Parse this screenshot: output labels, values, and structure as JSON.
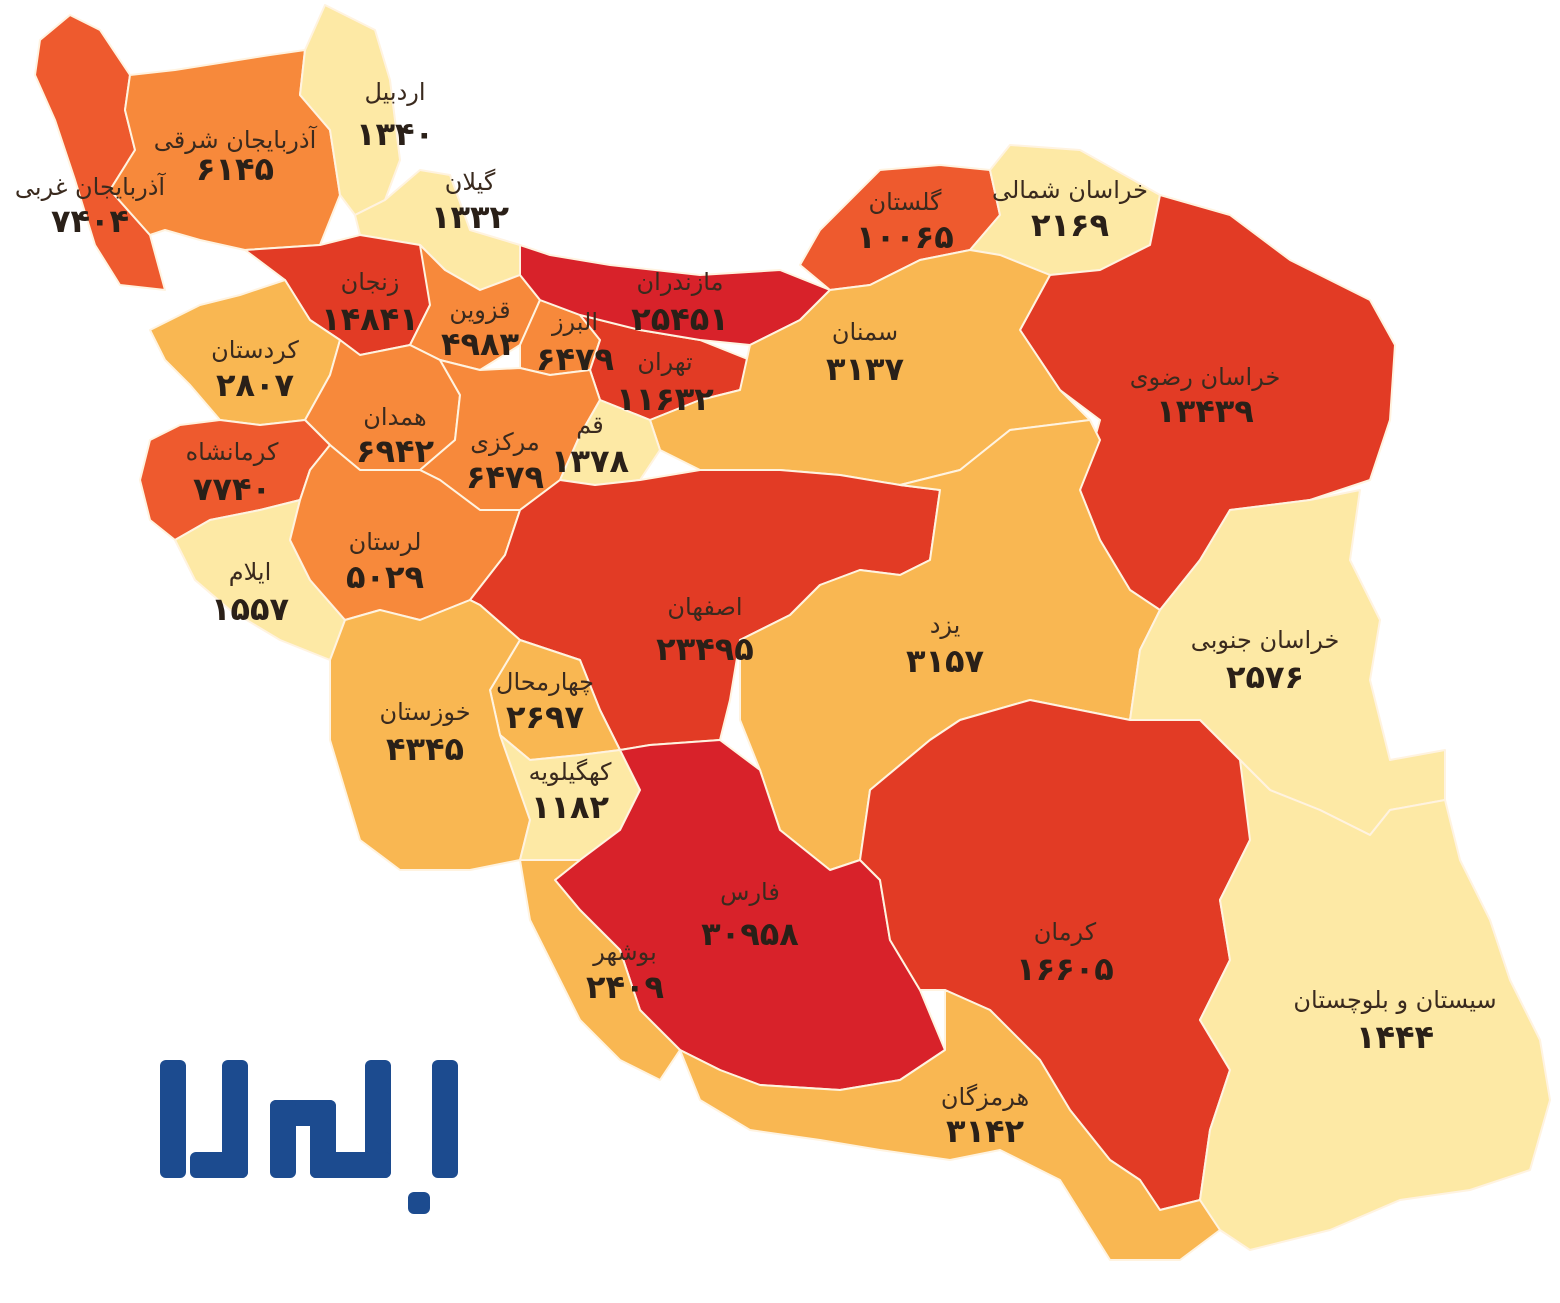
{
  "colors": {
    "level_1": "#fde9a5",
    "level_2": "#f9b752",
    "level_3": "#f7893b",
    "level_4": "#ee5a2e",
    "level_5": "#e23b25",
    "level_6": "#d8222a",
    "logo": "#1c4b8f",
    "border": "#fff3e0"
  },
  "logo": {
    "text": "بامداد",
    "color": "#1c4b8f"
  },
  "provinces": [
    {
      "id": "west-azarbaijan",
      "name": "آذربایجان غربی",
      "value": "۷۴۰۴",
      "level": 4
    },
    {
      "id": "east-azarbaijan",
      "name": "آذربایجان شرقی",
      "value": "۶۱۴۵",
      "level": 3
    },
    {
      "id": "ardabil",
      "name": "اردبیل",
      "value": "۱۳۴۰",
      "level": 1
    },
    {
      "id": "gilan",
      "name": "گیلان",
      "value": "۱۳۳۲",
      "level": 1
    },
    {
      "id": "zanjan",
      "name": "زنجان",
      "value": "۱۴۸۴۱",
      "level": 5
    },
    {
      "id": "qazvin",
      "name": "قزوین",
      "value": "۴۹۸۳",
      "level": 3
    },
    {
      "id": "alborz",
      "name": "البرز",
      "value": "۶۴۷۹",
      "level": 3
    },
    {
      "id": "tehran",
      "name": "تهران",
      "value": "۱۱۶۳۲",
      "level": 5
    },
    {
      "id": "mazandaran",
      "name": "مازندران",
      "value": "۲۵۴۵۱",
      "level": 6
    },
    {
      "id": "golestan",
      "name": "گلستان",
      "value": "۱۰۰۶۵",
      "level": 4
    },
    {
      "id": "north-khorasan",
      "name": "خراسان شمالی",
      "value": "۲۱۶۹",
      "level": 1
    },
    {
      "id": "razavi-khorasan",
      "name": "خراسان رضوی",
      "value": "۱۳۴۳۹",
      "level": 5
    },
    {
      "id": "semnan",
      "name": "سمنان",
      "value": "۳۱۳۷",
      "level": 2
    },
    {
      "id": "kurdistan",
      "name": "کردستان",
      "value": "۲۸۰۷",
      "level": 2
    },
    {
      "id": "hamadan",
      "name": "همدان",
      "value": "۶۹۴۲",
      "level": 3
    },
    {
      "id": "markazi",
      "name": "مرکزی",
      "value": "۶۴۷۹",
      "level": 3
    },
    {
      "id": "qom",
      "name": "قم",
      "value": "۱۳۷۸",
      "level": 1
    },
    {
      "id": "kermanshah",
      "name": "کرمانشاه",
      "value": "۷۷۴۰",
      "level": 4
    },
    {
      "id": "ilam",
      "name": "ایلام",
      "value": "۱۵۵۷",
      "level": 1
    },
    {
      "id": "lorestan",
      "name": "لرستان",
      "value": "۵۰۲۹",
      "level": 3
    },
    {
      "id": "isfahan",
      "name": "اصفهان",
      "value": "۲۳۴۹۵",
      "level": 5
    },
    {
      "id": "yazd",
      "name": "یزد",
      "value": "۳۱۵۷",
      "level": 2
    },
    {
      "id": "south-khorasan",
      "name": "خراسان جنوبی",
      "value": "۲۵۷۶",
      "level": 1
    },
    {
      "id": "chaharmahal",
      "name": "چهارمحال",
      "value": "۲۶۹۷",
      "level": 2
    },
    {
      "id": "khuzestan",
      "name": "خوزستان",
      "value": "۴۳۴۵",
      "level": 2
    },
    {
      "id": "kohgiluyeh",
      "name": "کهگیلویه",
      "value": "۱۱۸۲",
      "level": 1
    },
    {
      "id": "fars",
      "name": "فارس",
      "value": "۳۰۹۵۸",
      "level": 6
    },
    {
      "id": "bushehr",
      "name": "بوشهر",
      "value": "۲۴۰۹",
      "level": 2
    },
    {
      "id": "kerman",
      "name": "کرمان",
      "value": "۱۶۶۰۵",
      "level": 5
    },
    {
      "id": "hormozgan",
      "name": "هرمزگان",
      "value": "۳۱۴۲",
      "level": 2
    },
    {
      "id": "sistan-baluchestan",
      "name": "سیستان و بلوچستان",
      "value": "۱۴۴۴",
      "level": 1
    }
  ]
}
